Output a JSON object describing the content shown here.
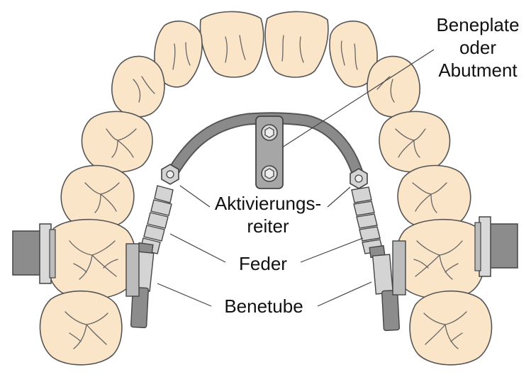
{
  "labels": {
    "beneplate_line1": "Beneplate",
    "beneplate_line2": "oder",
    "beneplate_line3": "Abutment",
    "aktivierung_line1": "Aktivierungs-",
    "aktivierung_line2": "reiter",
    "feder": "Feder",
    "benetube": "Benetube"
  },
  "colors": {
    "tooth_fill": "#fbe5c8",
    "tooth_outline": "#555555",
    "wire": "#8a8a8a",
    "metal_light": "#d4d4d4",
    "metal_dark": "#8c8c8c",
    "text": "#111111"
  }
}
